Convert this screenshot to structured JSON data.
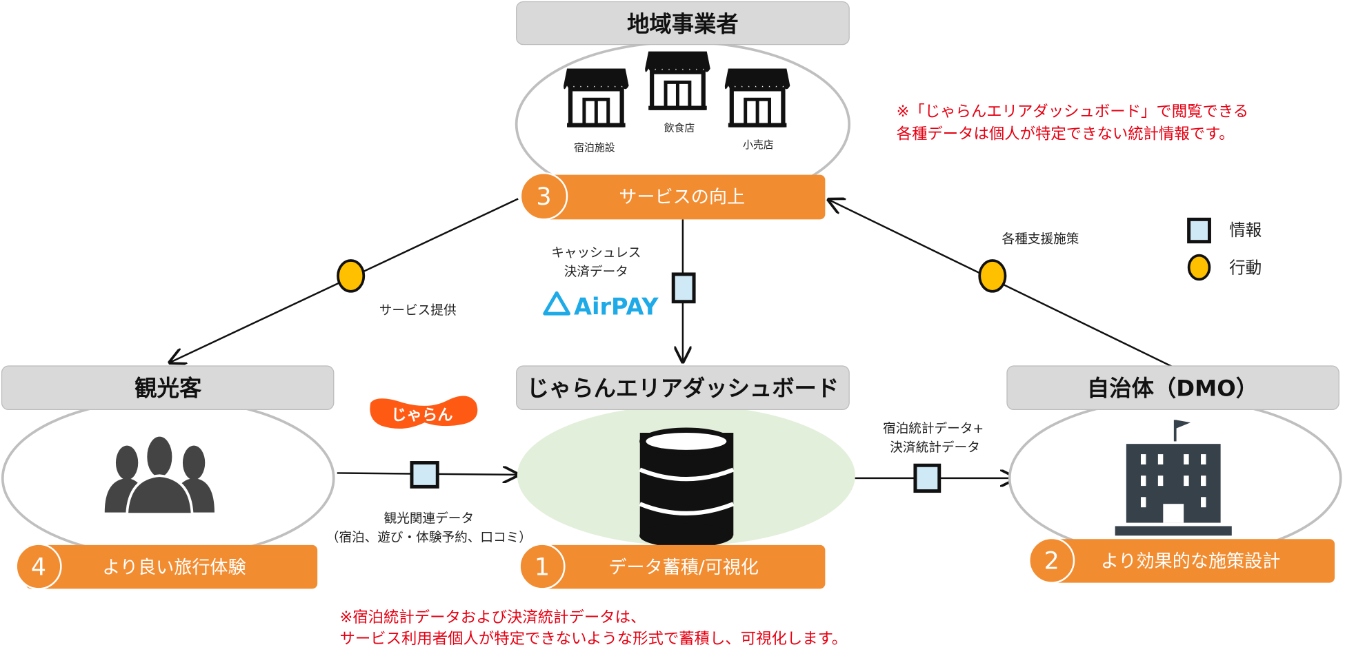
{
  "nodes": {
    "business": {
      "title": "地域事業者",
      "shops": [
        "宿泊施設",
        "飲食店",
        "小売店"
      ],
      "step_number": "3",
      "step_label": "サービスの向上"
    },
    "tourist": {
      "title": "観光客",
      "step_number": "4",
      "step_label": "より良い旅行体験"
    },
    "dashboard": {
      "title": "じゃらんエリアダッシュボード",
      "step_number": "1",
      "step_label": "データ蓄積/可視化"
    },
    "municipality": {
      "title": "自治体（DMO）",
      "step_number": "2",
      "step_label": "より効果的な施策設計"
    }
  },
  "edges": {
    "cashless": {
      "line1": "キャッシュレス",
      "line2": "決済データ",
      "logo": "AirPAY"
    },
    "service": {
      "label": "サービス提供"
    },
    "support": {
      "label": "各種支援施策"
    },
    "tourism": {
      "line1": "観光関連データ",
      "line2": "（宿泊、遊び・体験予約、口コミ）",
      "logo": "じゃらん"
    },
    "stats": {
      "line1": "宿泊統計データ+",
      "line2": "決済統計データ"
    }
  },
  "legend": {
    "info": "情報",
    "action": "行動"
  },
  "notes": {
    "top_line1": "※「じゃらんエリアダッシュボード」で閲覧できる",
    "top_line2": "各種データは個人が特定できない統計情報です。",
    "bottom_line1": "※宿泊統計データおよび決済統計データは、",
    "bottom_line2": "サービス利用者個人が特定できないような形式で蓄積し、可視化します。"
  },
  "colors": {
    "orange": "#f28c30",
    "header_gray": "#d9d9d9",
    "info_square": "#cfe9f7",
    "action_circle": "#ffc000",
    "red_note": "#e60012",
    "airpay_blue": "#1eaae7",
    "jalan_orange": "#ff5a14",
    "dashboard_fill": "#e2efda"
  }
}
